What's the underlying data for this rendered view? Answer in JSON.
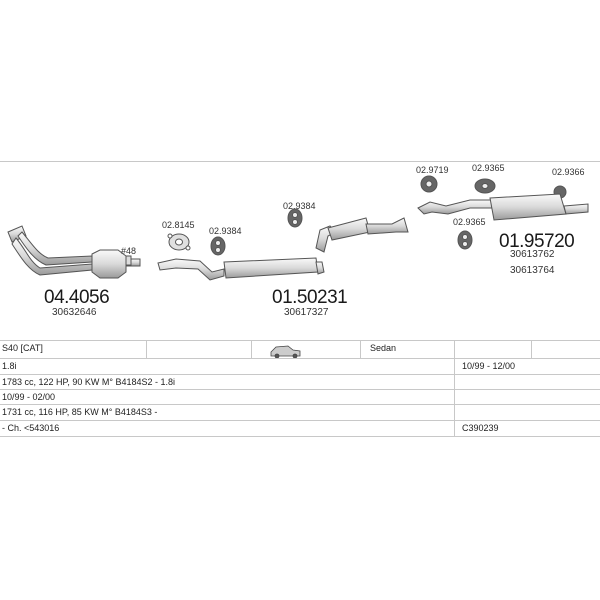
{
  "parts": {
    "p1": {
      "number": "04.4056",
      "oe": "30632646"
    },
    "p2": {
      "number": "01.50231",
      "oe": "30617327"
    },
    "p3": {
      "number": "01.95720",
      "oe1": "30613762",
      "oe2": "30613764"
    }
  },
  "accessories": {
    "a_48": "#48",
    "a_28145": "02.8145",
    "a_29384a": "02.9384",
    "a_29384b": "02.9384",
    "a_29719": "02.9719",
    "a_29365a": "02.9365",
    "a_29366": "02.9366",
    "a_29365b": "02.9365"
  },
  "table": {
    "model": "S40  [CAT]",
    "body": "Sedan",
    "engine_short": "1.8i",
    "date_range": "10/99 - 12/00",
    "engine1": "1783 cc, 122 HP, 90 KW M° B4184S2 - 1.8i",
    "date2": "10/99 - 02/00",
    "engine2": "1731 cc, 116 HP, 85 KW M° B4184S3 -",
    "chassis": "- Ch. <543016",
    "code": "C390239"
  },
  "icons": {
    "car": "sedan-car-icon"
  },
  "colors": {
    "line": "#c8c8c8",
    "part_stroke": "#555555",
    "part_fill": "#e6e6e6"
  }
}
